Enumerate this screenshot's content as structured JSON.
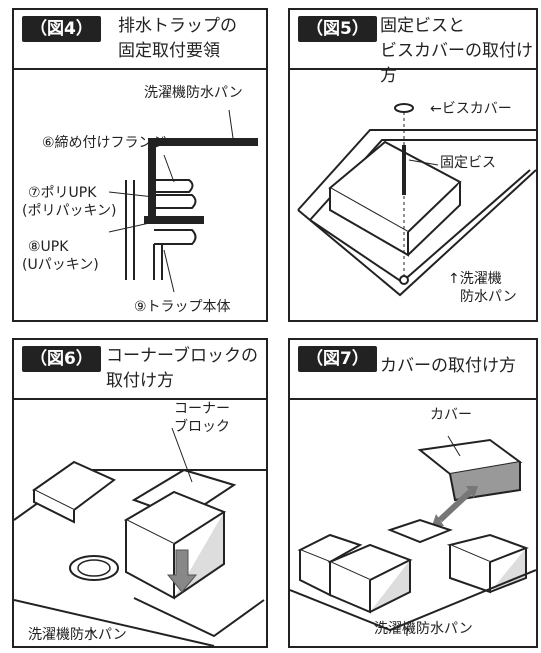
{
  "panels": [
    {
      "tag": "（図4）",
      "title": [
        "排水トラップの",
        "固定取付要領"
      ],
      "labels": {
        "pan": "洗濯機防水パン",
        "flange": "⑥締め付けフランジ",
        "polyupk_1": "⑦ポリUPK",
        "polyupk_2": "(ポリパッキン)",
        "upk_1": "⑧UPK",
        "upk_2": "(Uパッキン)",
        "trap": "⑨トラップ本体"
      }
    },
    {
      "tag": "（図5）",
      "title": [
        "固定ビスと",
        "ビスカバーの取付け方"
      ],
      "labels": {
        "screw_cover": "←ビスカバー",
        "screw": "固定ビス",
        "pan_1": "↑洗濯機",
        "pan_2": "防水パン"
      }
    },
    {
      "tag": "（図6）",
      "title": [
        "コーナーブロックの",
        "取付け方"
      ],
      "labels": {
        "block_1": "コーナー",
        "block_2": "ブロック",
        "pan": "洗濯機防水パン"
      }
    },
    {
      "tag": "（図7）",
      "title": [
        "カバーの取付け方"
      ],
      "labels": {
        "cover": "カバー",
        "pan": "洗濯機防水パン"
      }
    }
  ]
}
